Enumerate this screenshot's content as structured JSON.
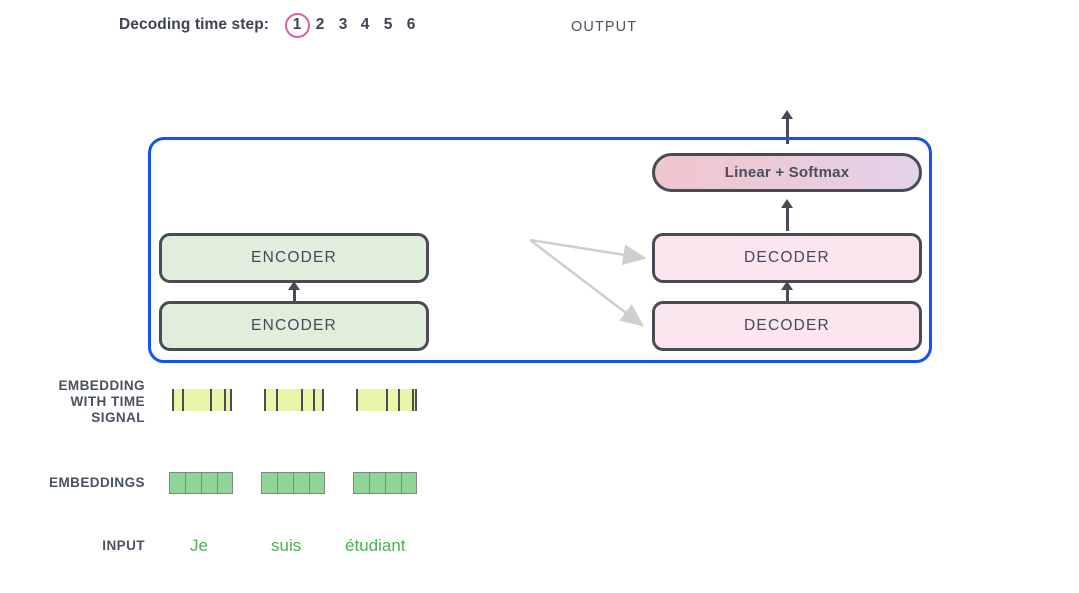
{
  "header": {
    "decoding_label": "Decoding time step:",
    "steps": [
      "1",
      "2",
      "3",
      "4",
      "5",
      "6"
    ],
    "active_step": "1",
    "active_step_color": "#e85ba3",
    "output_label": "OUTPUT"
  },
  "colors": {
    "container_border": "#1352f1",
    "box_border": "#474c55",
    "encoder_fill": "#e2eedc",
    "decoder_fill": "#fbe6f0",
    "linear_gradient_start": "#f0c6cf",
    "linear_gradient_end": "#e4d2ea",
    "time_signal_cell": "#e9f5a9",
    "embedding_cell": "#90d497",
    "input_word": "#4cb050",
    "arrow_gray": "#cfcfcf",
    "text_dark": "#4a5160"
  },
  "stack": {
    "linear_softmax_label": "Linear + Softmax",
    "encoder_labels": [
      "ENCODER",
      "ENCODER"
    ],
    "decoder_labels": [
      "DECODER",
      "DECODER"
    ]
  },
  "rows": {
    "embedding_time_label": [
      "EMBEDDING",
      "WITH TIME",
      "SIGNAL"
    ],
    "embeddings_label": "EMBEDDINGS",
    "input_label": "INPUT"
  },
  "tokens": [
    {
      "word": "Je",
      "time_signal_cells": [
        10,
        28,
        14,
        8
      ],
      "embedding_cells": [
        16,
        16,
        16,
        16
      ]
    },
    {
      "word": "suis",
      "time_signal_cells": [
        12,
        25,
        12,
        11
      ],
      "embedding_cells": [
        16,
        16,
        16,
        16
      ]
    },
    {
      "word": "étudiant",
      "time_signal_cells": [
        30,
        12,
        14,
        5
      ],
      "embedding_cells": [
        16,
        16,
        16,
        16
      ]
    }
  ],
  "icons": {
    "output_arrow": "arrow-up-icon",
    "encoder_flow_arrow": "arrow-up-icon",
    "decoder_flow_arrow": "arrow-up-icon",
    "softmax_flow_arrow": "arrow-up-icon",
    "cross_attention_arrow": "arrow-right-icon"
  }
}
